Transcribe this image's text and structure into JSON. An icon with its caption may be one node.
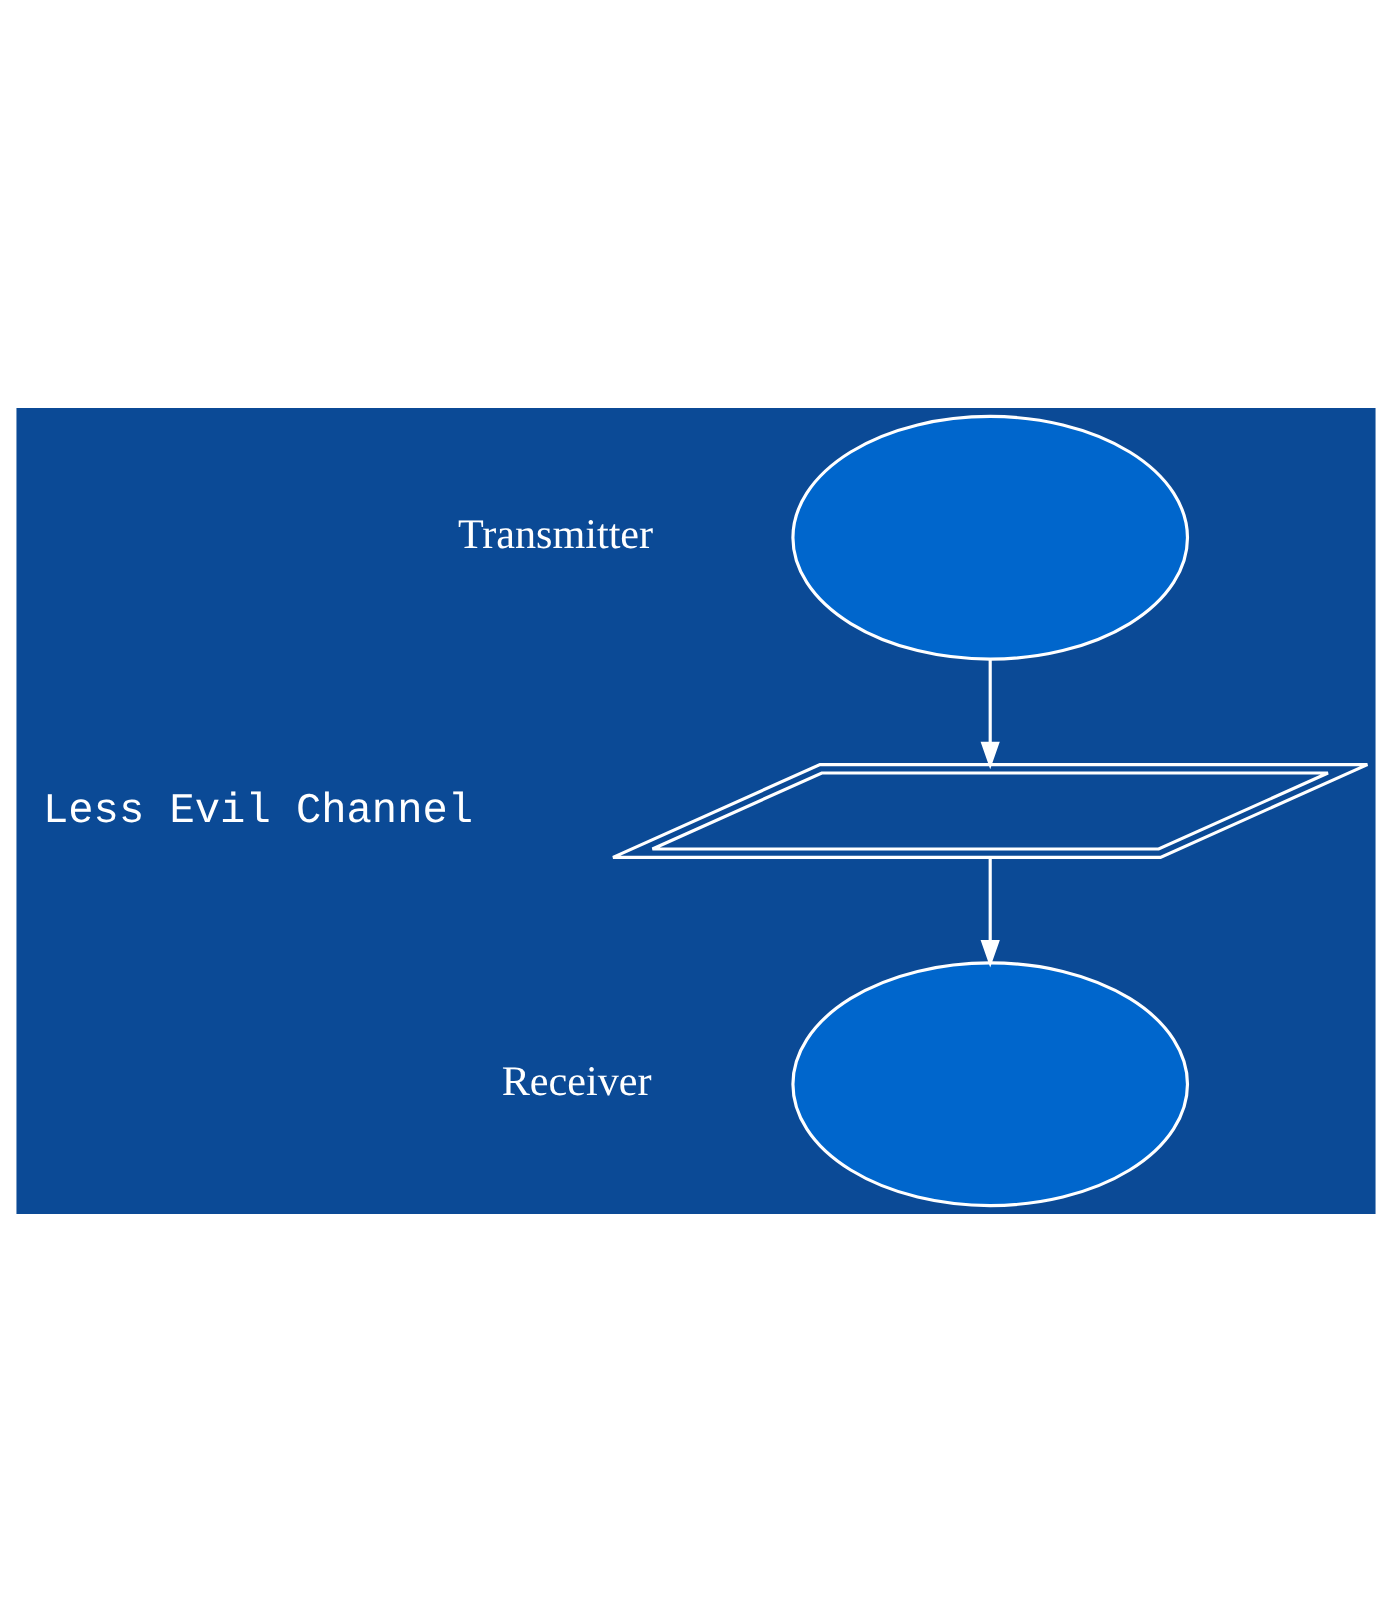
{
  "diagram": {
    "nodes": [
      {
        "text": [],
        "shape": "circle",
        "beside": [
          "Transmitter"
        ]
      },
      {
        "text": [],
        "shape": "lines",
        "beside": [
          "Less Evil Channel"
        ]
      },
      {
        "text": [],
        "shape": "circle",
        "beside": [
          "Receiver"
        ]
      }
    ],
    "edges": [
      {
        "from": 0,
        "to": 1,
        "arrow": "to"
      },
      {
        "from": 1,
        "to": 2,
        "arrow": "to"
      }
    ]
  }
}
